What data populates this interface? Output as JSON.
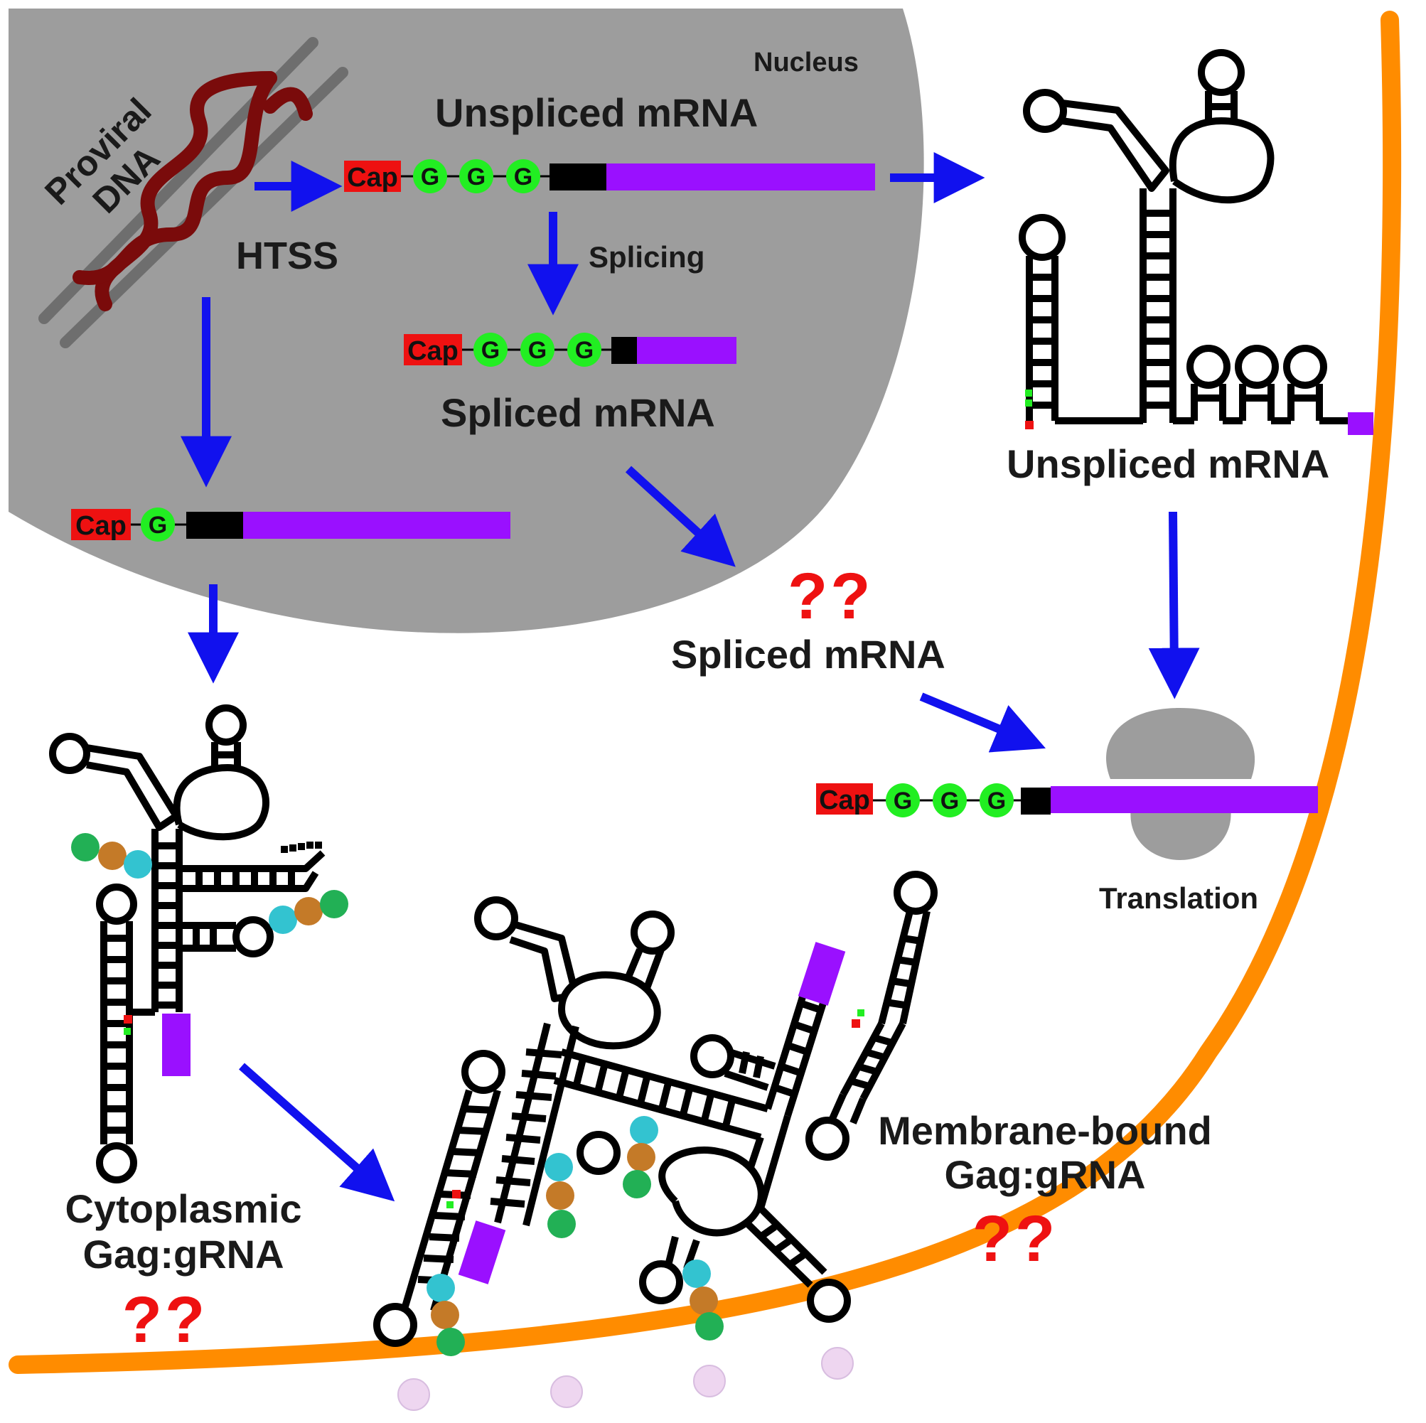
{
  "labels": {
    "nucleus": "Nucleus",
    "proviral_dna_line1": "Proviral",
    "proviral_dna_line2": "DNA",
    "htss": "HTSS",
    "unspliced_top": "Unspliced mRNA",
    "splicing": "Splicing",
    "spliced_nucleus": "Spliced mRNA",
    "spliced_cyto": "Spliced mRNA",
    "unspliced_right": "Unspliced mRNA",
    "translation": "Translation",
    "cytoplasmic_line1": "Cytoplasmic",
    "cytoplasmic_line2": "Gag:gRNA",
    "membrane_line1": "Membrane-bound",
    "membrane_line2": "Gag:gRNA",
    "unknown_marker": "??"
  },
  "transcript": {
    "cap_label": "Cap",
    "g_label": "G"
  },
  "colors": {
    "nucleus_fill": "#9d9d9d",
    "membrane": "#ff8c00",
    "arrow": "#1111ee",
    "cap": "#ee1111",
    "g_circle": "#22ee22",
    "coding_region": "#9a10ff",
    "leader": "#000000",
    "dna": "#7a0b0b",
    "ribosome": "#9d9d9d",
    "question_marks": "#ee1111",
    "gag_domains": [
      "#22b055",
      "#c47a28",
      "#33c3d0"
    ],
    "membrane_lipid": "#eed6f0"
  }
}
